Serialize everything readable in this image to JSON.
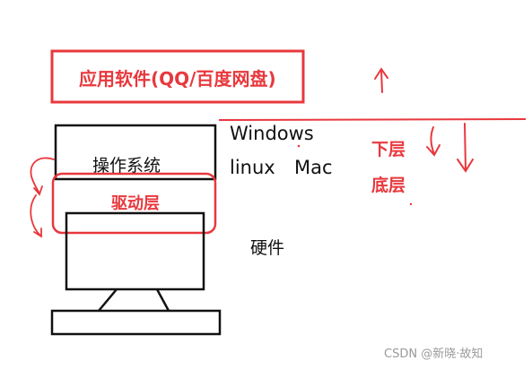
{
  "labels": {
    "app_software": "应用软件(QQ/百度网盘)",
    "os": "操作系统",
    "driver_layer": "驱动层",
    "windows": "Windows",
    "linux": "linux",
    "mac": "Mac",
    "lower_layer": "下层",
    "bottom_layer": "底层",
    "hardware": "硬件",
    "watermark": "CSDN @新晓·故知"
  },
  "colors": {
    "ink": "#111111",
    "red": "#e8383d",
    "watermark": "#9a9a9a"
  }
}
